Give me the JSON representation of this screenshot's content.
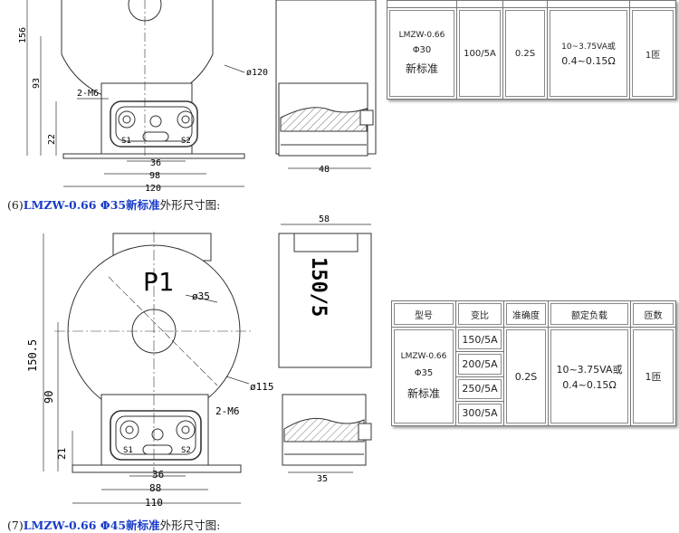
{
  "top": {
    "dims": {
      "h156": "156",
      "h93": "93",
      "h22": "22",
      "d120": "ø120",
      "m6": "2-M6",
      "w36": "36",
      "w98": "98",
      "w120": "120",
      "w48": "48"
    },
    "terminals": {
      "s1": "S1",
      "s2": "S2"
    },
    "table_row": {
      "model_line1": "LMZW-0.66",
      "model_line2": "Φ30",
      "model_line3": "新标准",
      "ratio": "100/5A",
      "accuracy": "0.2S",
      "burden_line1": "10~3.75VA或",
      "burden_line2": "0.4~0.15Ω",
      "turns": "1匝"
    }
  },
  "section6": {
    "number": "(6)",
    "title_blue": "LMZW-0.66 Φ35新标准",
    "title_rest": "外形尺寸图:"
  },
  "drawing6": {
    "marking": "P1",
    "label_150_5": "150/5",
    "dims": {
      "h150_5": "150.5",
      "h90": "90",
      "h21": "21",
      "d35": "ø35",
      "d115": "ø115",
      "m6": "2-M6",
      "w36": "36",
      "w88": "88",
      "w110": "110",
      "w58": "58",
      "w35": "35"
    },
    "terminals": {
      "s1": "S1",
      "s2": "S2"
    }
  },
  "table6": {
    "headers": [
      "型号",
      "变比",
      "准确度",
      "额定负载",
      "匝数"
    ],
    "model": [
      "LMZW-0.66",
      "Φ35",
      "新标准"
    ],
    "ratios": [
      "150/5A",
      "200/5A",
      "250/5A",
      "300/5A"
    ],
    "accuracy": "0.2S",
    "burden": [
      "10~3.75VA或",
      "0.4~0.15Ω"
    ],
    "turns": "1匝"
  },
  "section7": {
    "number": "(7)",
    "title_blue": "LMZW-0.66 Φ45新标准",
    "title_rest": "外形尺寸图:"
  }
}
